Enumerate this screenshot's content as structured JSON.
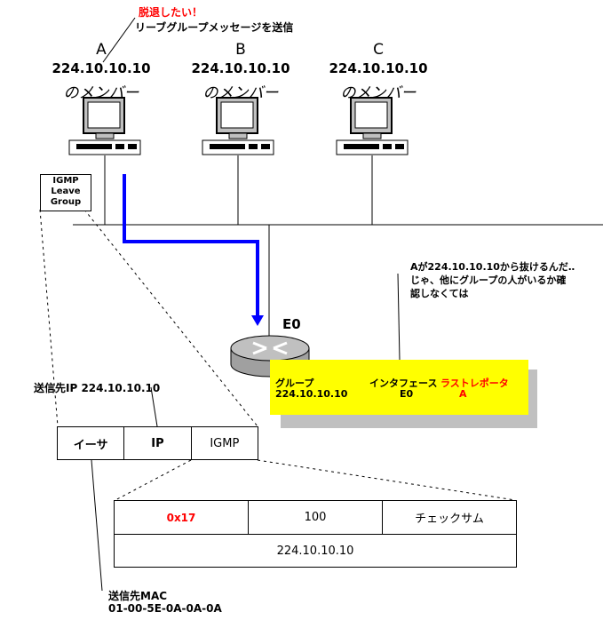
{
  "callout_top": {
    "title": "脱退したい！",
    "subtitle": "リーブグループメッセージを送信"
  },
  "hosts": [
    {
      "letter": "A",
      "ip": "224.10.10.10",
      "member": "のメンバー"
    },
    {
      "letter": "B",
      "ip": "224.10.10.10",
      "member": "のメンバー"
    },
    {
      "letter": "C",
      "ip": "224.10.10.10",
      "member": "のメンバー"
    }
  ],
  "leave_box": {
    "lines": [
      "IGMP",
      "Leave",
      "Group"
    ]
  },
  "router": {
    "interface_label": "E0"
  },
  "router_note": {
    "lines": [
      "Aが224.10.10.10から抜けるんだ‥",
      "じゃ、他にグループの人がいるか確",
      "認しなくては"
    ]
  },
  "group_table": {
    "headers": [
      "グループ",
      "インタフェース",
      "ラストレポータ"
    ],
    "row": [
      "224.10.10.10",
      "E0",
      "A"
    ]
  },
  "dest_ip_label": "送信先IP 224.10.10.10",
  "frame": {
    "cells": [
      "イーサ",
      "IP",
      "IGMP"
    ]
  },
  "igmp_packet": {
    "type": "0x17",
    "max_resp": "100",
    "checksum": "チェックサム",
    "group_address": "224.10.10.10"
  },
  "dest_mac": {
    "label": "送信先MAC",
    "value": "01-00-5E-0A-0A-0A"
  },
  "colors": {
    "arrow": "#0000ff",
    "highlight": "#ffff00",
    "shadow": "#c0c0c0",
    "alert": "#ff0000"
  }
}
